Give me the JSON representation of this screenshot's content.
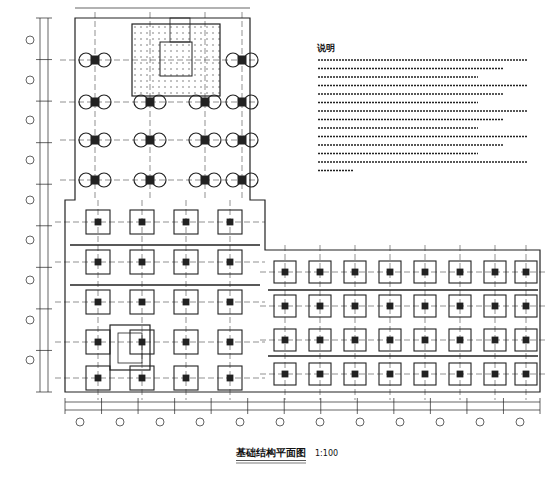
{
  "diagram": {
    "title": "基础结构平面图",
    "labels": [
      "说明",
      "1:100"
    ]
  }
}
